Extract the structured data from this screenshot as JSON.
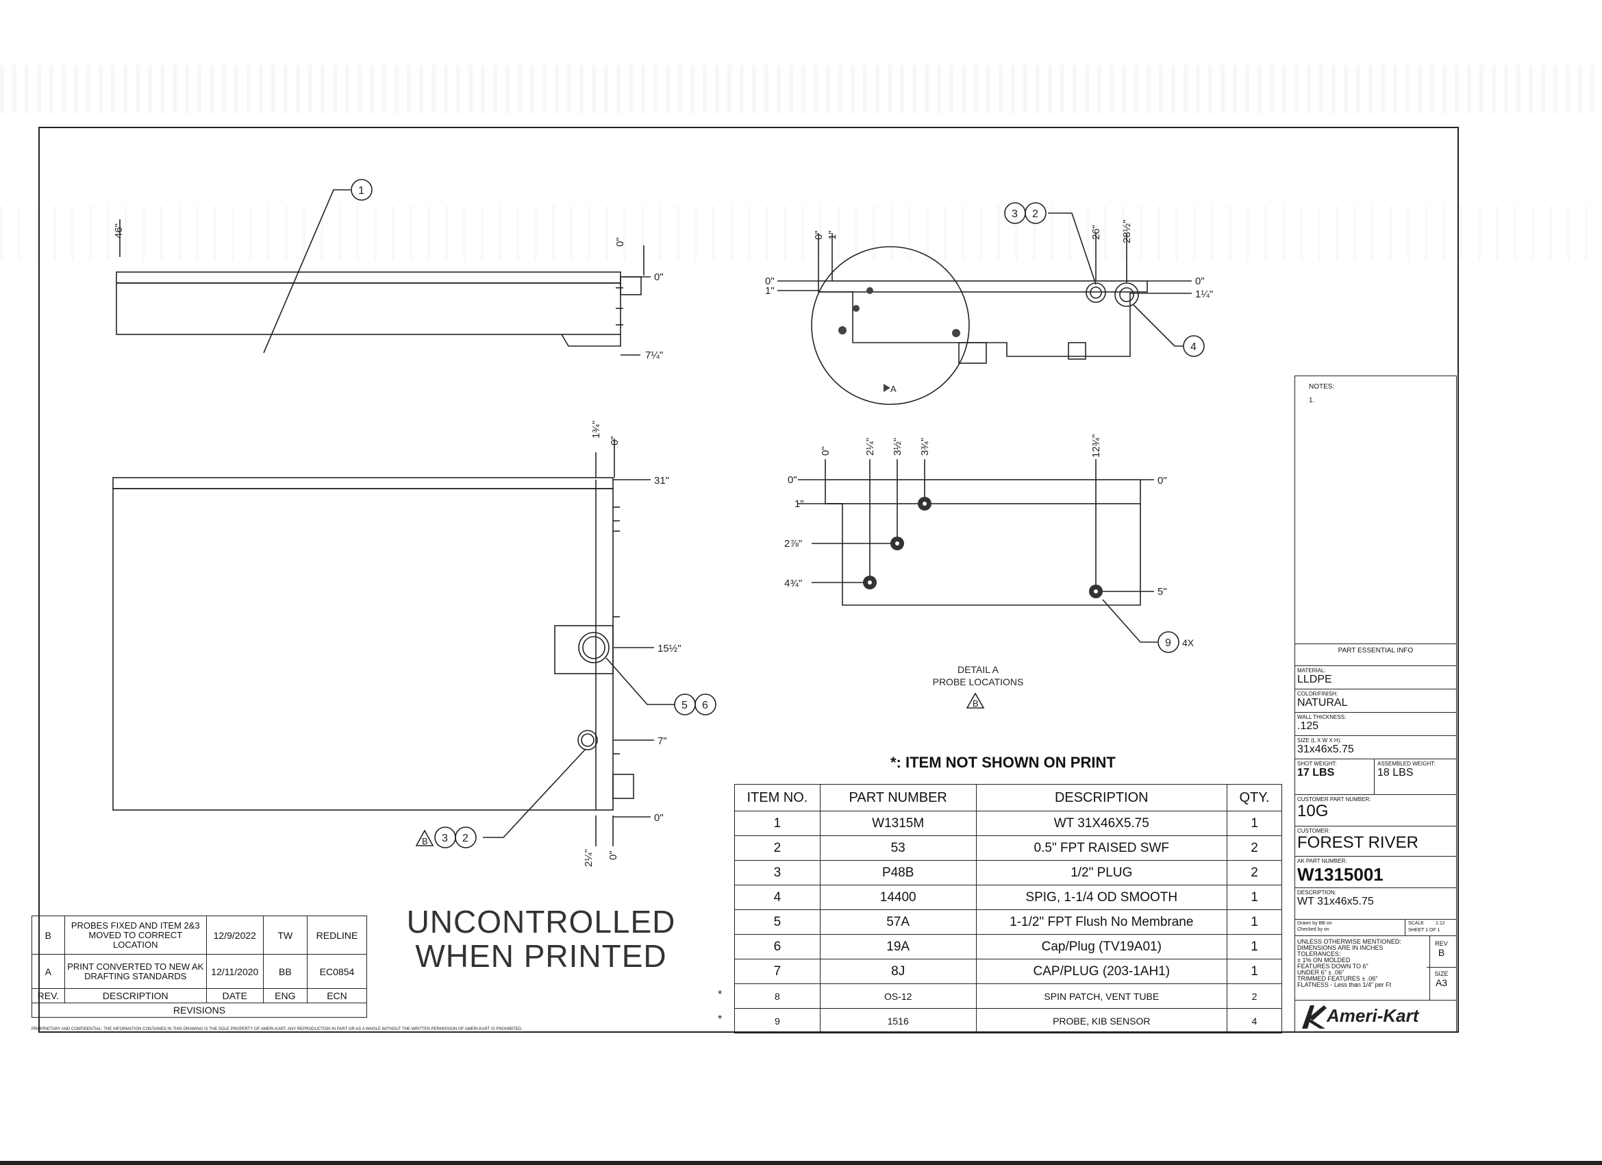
{
  "views": {
    "dims_view1": {
      "top": "46\"",
      "zero_v": "0\"",
      "zero_h": "0\"",
      "right": "7¼\""
    },
    "dims_view2": {
      "top1": "1¾\"",
      "top2": "0\"",
      "r1": "31\"",
      "r2": "15½\"",
      "r3": "7\"",
      "r4": "0\"",
      "b1": "2¼\"",
      "b2": "0\""
    },
    "dims_view3": {
      "t1": "0\"",
      "t2": "1\"",
      "t3": "26\"",
      "t4": "28½\"",
      "l1": "0\"",
      "l2": "1\"",
      "r1": "0\"",
      "r2": "1¼\"",
      "section": "A"
    },
    "dims_detail": {
      "t0": "0\"",
      "t1": "2¼\"",
      "t2": "3½\"",
      "t3": "3¾\"",
      "t4": "12¾\"",
      "l0": "0\"",
      "l1": "1\"",
      "l2": "2⅞\"",
      "l3": "4¾\"",
      "r0": "0\"",
      "r1": "5\""
    },
    "balloons": {
      "b1": "1",
      "b2": "2",
      "b3": "3",
      "b4": "4",
      "b5": "5",
      "b6": "6",
      "b9": "9",
      "x4": "4X",
      "flagB": "B"
    },
    "detail_title": "DETAIL A",
    "detail_subtitle": "PROBE LOCATIONS"
  },
  "watermark": {
    "line1": "UNCONTROLLED",
    "line2": "WHEN PRINTED"
  },
  "not_shown_note": "*: ITEM NOT SHOWN ON PRINT",
  "bom": {
    "headers": [
      "ITEM NO.",
      "PART NUMBER",
      "DESCRIPTION",
      "QTY."
    ],
    "rows": [
      {
        "item": "1",
        "part": "W1315M",
        "desc": "WT 31X46X5.75",
        "qty": "1",
        "star": ""
      },
      {
        "item": "2",
        "part": "53",
        "desc": "0.5\" FPT RAISED SWF",
        "qty": "2",
        "star": ""
      },
      {
        "item": "3",
        "part": "P48B",
        "desc": "1/2\" PLUG",
        "qty": "2",
        "star": ""
      },
      {
        "item": "4",
        "part": "14400",
        "desc": "SPIG, 1-1/4  OD SMOOTH",
        "qty": "1",
        "star": ""
      },
      {
        "item": "5",
        "part": "57A",
        "desc": "1-1/2\" FPT Flush No Membrane",
        "qty": "1",
        "star": ""
      },
      {
        "item": "6",
        "part": "19A",
        "desc": "Cap/Plug (TV19A01)",
        "qty": "1",
        "star": ""
      },
      {
        "item": "7",
        "part": "8J",
        "desc": "CAP/PLUG (203-1AH1)",
        "qty": "1",
        "star": ""
      },
      {
        "item": "8",
        "part": "OS-12",
        "desc": "SPIN PATCH, VENT TUBE",
        "qty": "2",
        "star": "*"
      },
      {
        "item": "9",
        "part": "1516",
        "desc": "PROBE, KIB SENSOR",
        "qty": "4",
        "star": "*"
      }
    ]
  },
  "revisions": {
    "rows": [
      {
        "rev": "B",
        "desc": "PROBES FIXED AND ITEM 2&3 MOVED TO CORRECT LOCATION",
        "date": "12/9/2022",
        "eng": "TW",
        "ecn": "REDLINE"
      },
      {
        "rev": "A",
        "desc": "PRINT CONVERTED TO NEW AK DRAFTING STANDARDS",
        "date": "12/11/2020",
        "eng": "BB",
        "ecn": "EC0854"
      }
    ],
    "header": {
      "rev": "REV.",
      "desc": "DESCRIPTION",
      "date": "DATE",
      "eng": "ENG",
      "ecn": "ECN"
    },
    "title": "REVISIONS"
  },
  "proprietary": "PROPRIETARY AND CONFIDENTIAL: THE INFORMATION CONTAINED IN THIS DRAWING IS THE SOLE PROPERTY OF AMERI-KART. ANY REPRODUCTION IN PART OR AS A WHOLE WITHOUT THE WRITTEN PERMISSION OF AMERI-KART IS PROHIBITED.",
  "title_block": {
    "notes_label": "NOTES:",
    "notes_1": "1.",
    "pei_header": "PART ESSENTIAL INFO",
    "material_label": "MATERIAL:",
    "material": "LLDPE",
    "color_label": "COLOR/FINISH:",
    "color": "NATURAL",
    "wall_label": "WALL THICKNESS:",
    "wall": ".125",
    "size_label": "SIZE (L X W X H):",
    "size": "31x46x5.75",
    "ship_label": "SHOT WEIGHT:",
    "ship": "17 LBS",
    "asm_label": "ASSEMBLED WEIGHT:",
    "asm": "18 LBS",
    "cust_part_label": "CUSTOMER PART NUMBER:",
    "cust_part": "10G",
    "customer_label": "CUSTOMER:",
    "customer": "FOREST RIVER",
    "ak_label": "AK PART NUMBER:",
    "ak": "W1315001",
    "desc_label": "DESCRIPTION:",
    "desc": "WT 31x46x5.75",
    "drawn_by": "Drawn by  BB        on",
    "checked_by": "Checked by          on",
    "scale_label": "SCALE",
    "scale": "1:12",
    "sheet": "SHEET 1  OF 1",
    "tol1": "UNLESS OTHERWISE MENTIONED:",
    "tol2": "DIMENSIONS ARE IN INCHES",
    "tol3": "TOLERANCES:",
    "tol4": "± 1% ON MOLDED",
    "tol5": "FEATURES DOWN TO 6\"",
    "tol6": "UNDER 6\" ± .06\"",
    "tol7": "TRIMMED FEATURES ± .06\"",
    "tol8": "FLATNESS - Less than 1/4\" per Ft",
    "rev_label": "REV",
    "rev": "B",
    "size_sheet_label": "SIZE",
    "size_sheet": "A3",
    "logo": "Ameri-Kart"
  }
}
